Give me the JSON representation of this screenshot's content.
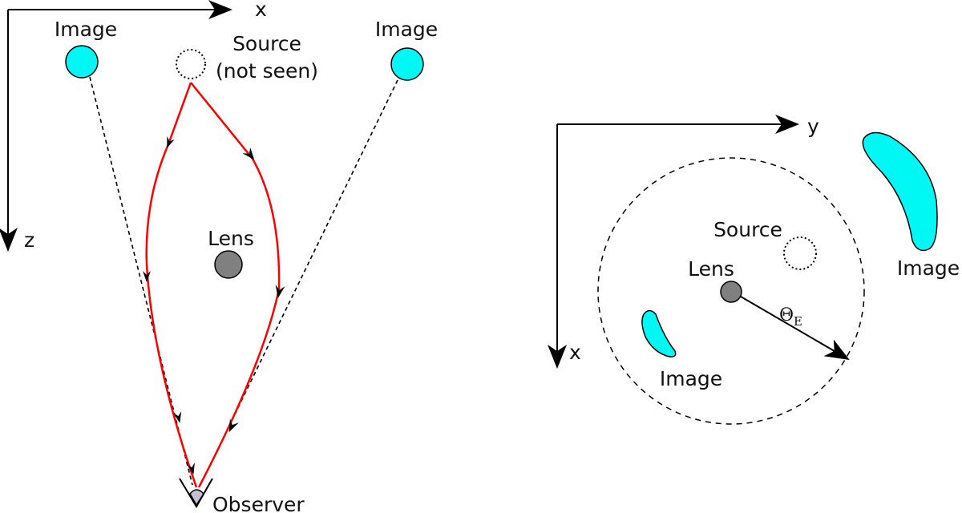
{
  "left_panel": {
    "axis_x_label": "x",
    "axis_z_label": "z",
    "image_left_label": "Image",
    "image_right_label": "Image",
    "source_label": "Source",
    "source_note": "(not seen)",
    "lens_label": "Lens",
    "observer_label": "Observer"
  },
  "right_panel": {
    "axis_y_label": "y",
    "axis_x_label": "x",
    "source_label": "Source",
    "lens_label": "Lens",
    "image_large_label": "Image",
    "image_small_label": "Image",
    "einstein_radius_symbol": "Θ",
    "einstein_radius_subscript": "E"
  },
  "colors": {
    "image": "#00f8f4",
    "lens": "#808080",
    "ray": "#ff0000",
    "observer": "#c8bfd4"
  }
}
